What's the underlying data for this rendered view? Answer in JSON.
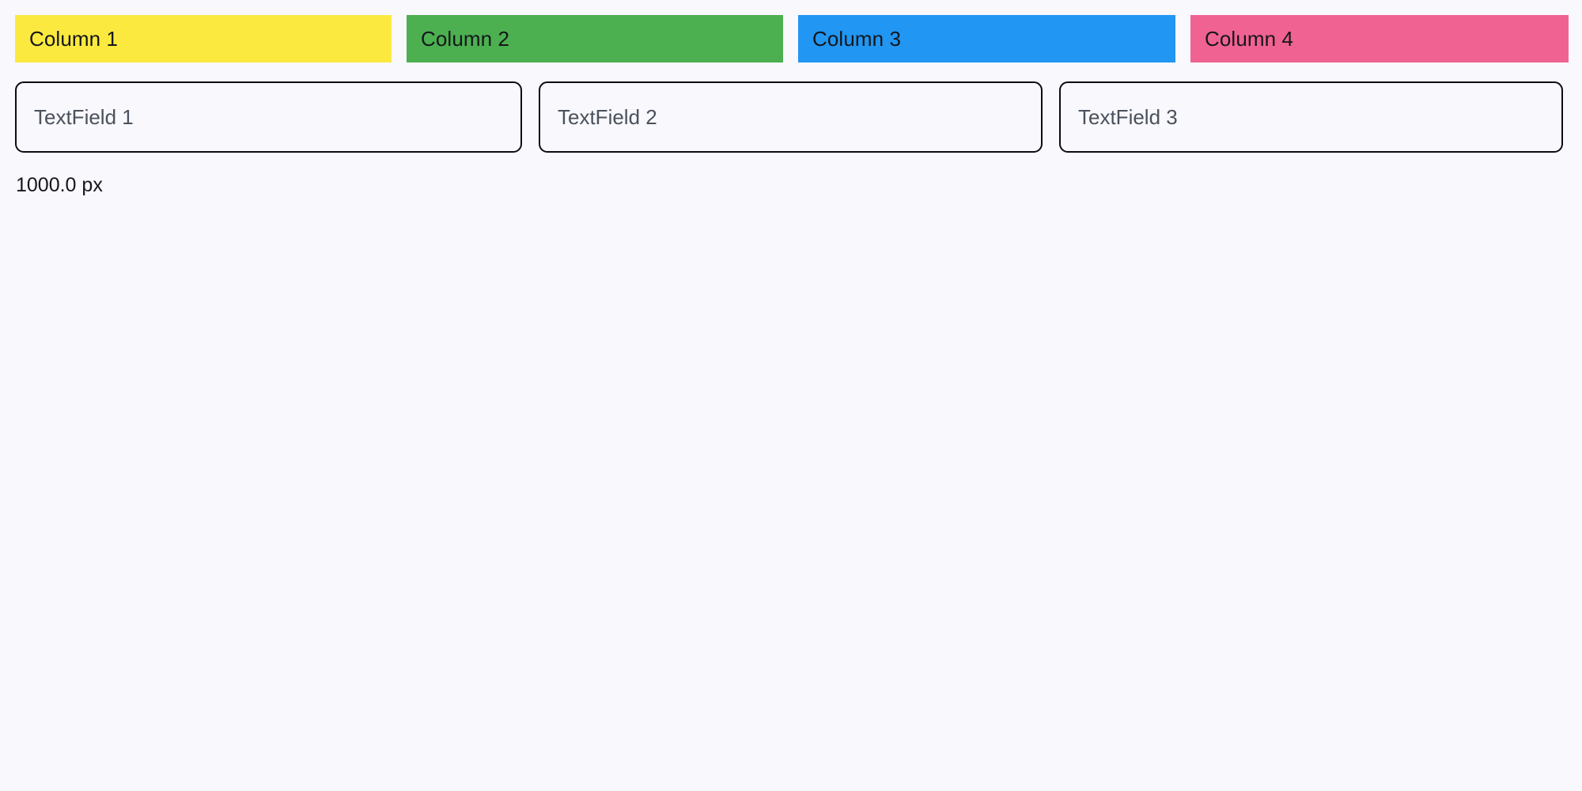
{
  "page": {
    "background_color": "#f8f8fd",
    "width_label": "1000.0 px"
  },
  "columns_row": {
    "items": [
      {
        "label": "Column 1",
        "color": "#fce93f",
        "text_color": "#14161a"
      },
      {
        "label": "Column 2",
        "color": "#4caf50",
        "text_color": "#14161a"
      },
      {
        "label": "Column 3",
        "color": "#2196f3",
        "text_color": "#14161a"
      },
      {
        "label": "Column 4",
        "color": "#f06292",
        "text_color": "#14161a"
      }
    ]
  },
  "textfields_row": {
    "items": [
      {
        "value": "",
        "placeholder": "TextField 1"
      },
      {
        "value": "",
        "placeholder": "TextField 2"
      },
      {
        "value": "",
        "placeholder": "TextField 3"
      }
    ],
    "border_color": "#0c0d10",
    "placeholder_color": "#4a515c"
  },
  "status": {
    "text": "1000.0 px"
  }
}
